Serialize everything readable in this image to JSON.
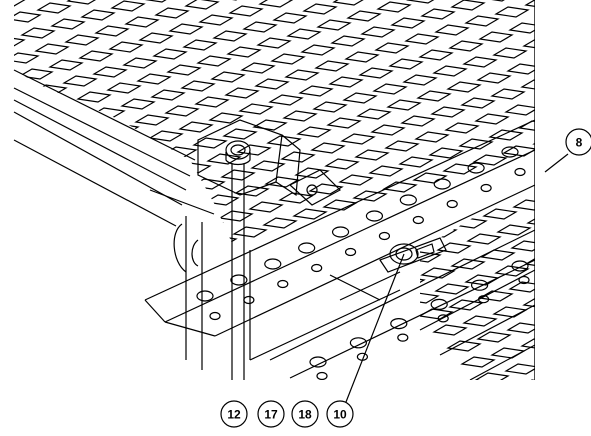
{
  "diagram": {
    "line_color": "#000000",
    "background": "#ffffff",
    "callouts": [
      {
        "id": "callout-8",
        "label": "8"
      },
      {
        "id": "callout-12",
        "label": "12"
      },
      {
        "id": "callout-17",
        "label": "17"
      },
      {
        "id": "callout-18",
        "label": "18"
      },
      {
        "id": "callout-10",
        "label": "10"
      }
    ]
  }
}
